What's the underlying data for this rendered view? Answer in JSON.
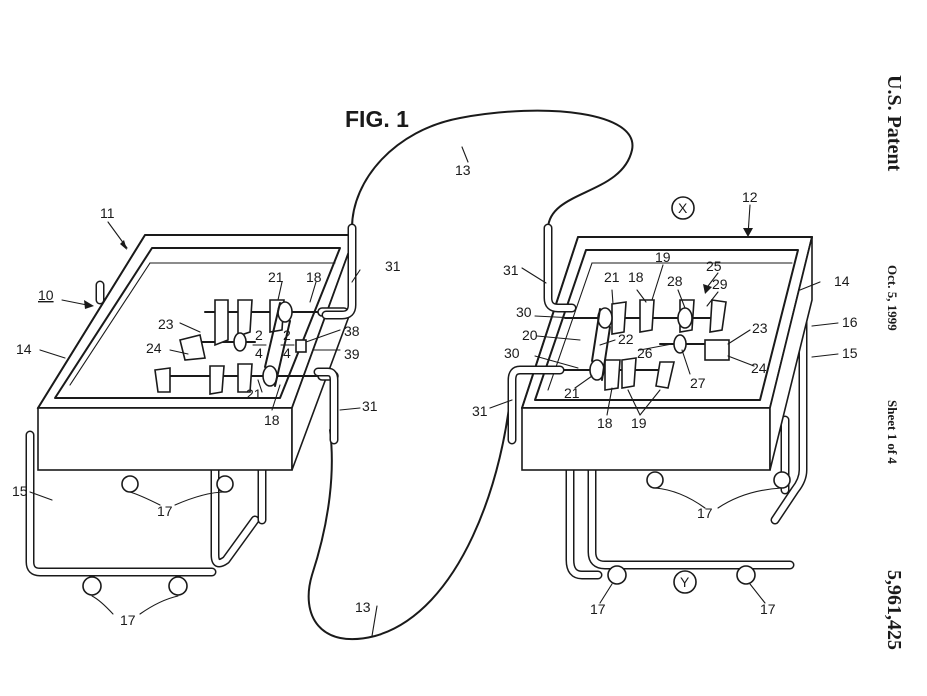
{
  "figure": {
    "title": "FIG. 1"
  },
  "sidebar": {
    "office": "U.S. Patent",
    "date": "Oct. 5, 1999",
    "sheet": "Sheet 1 of 4",
    "number": "5,961,425"
  },
  "markers": {
    "x": "X",
    "y": "Y"
  },
  "labels": {
    "l10": "10",
    "l11": "11",
    "l12": "12",
    "l13": "13",
    "l14": "14",
    "l15": "15",
    "l16": "16",
    "l17": "17",
    "l18": "18",
    "l19": "19",
    "l20": "20",
    "l21": "21",
    "l22": "22",
    "l23": "23",
    "l24": "24",
    "l25": "25",
    "l26": "26",
    "l27": "27",
    "l28": "28",
    "l29": "29",
    "l30": "30",
    "l31": "31",
    "l38": "38",
    "l39": "39",
    "frac_num": "2",
    "frac_den": "4"
  }
}
